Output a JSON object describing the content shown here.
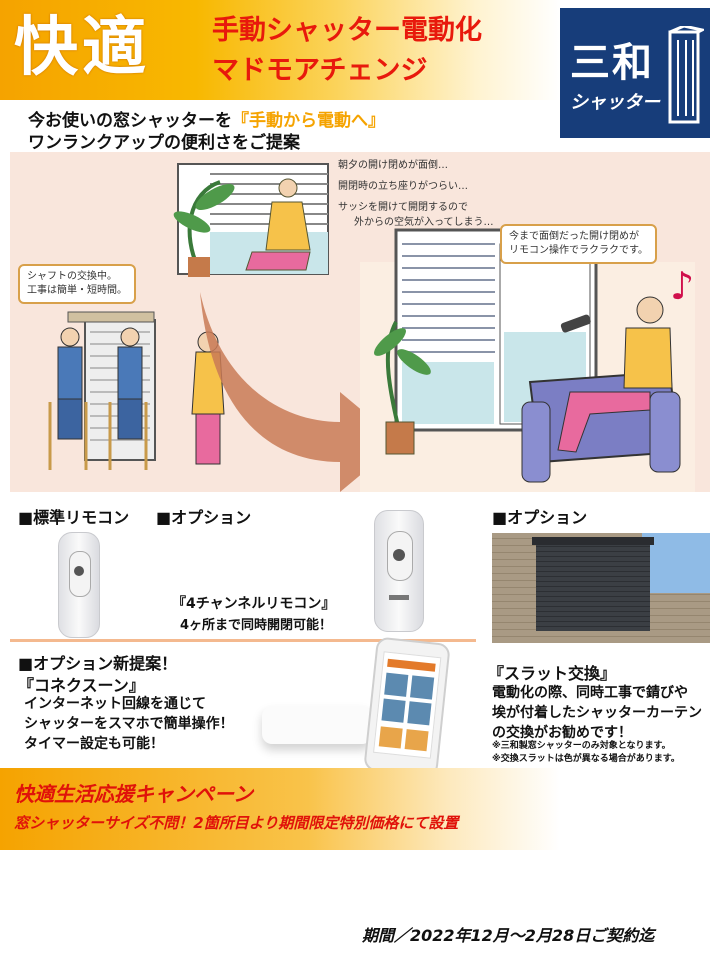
{
  "header": {
    "big_title": "快適",
    "title_line1": "手動シャッター電動化",
    "title_line2": "マドモアチェンジ",
    "logo_line1": "三和",
    "logo_line2": "シャッター"
  },
  "intro": {
    "line1_prefix": "今お使いの窓シャッターを",
    "line1_highlight": "『手動から電動へ』",
    "line2": "ワンランクアップの便利さをご提案"
  },
  "illustration": {
    "bubble_shaft": [
      "シャフトの交換中。",
      "工事は簡単・短時間。"
    ],
    "concerns": [
      "朝夕の開け閉めが面倒…",
      "開閉時の立ち座りがつらい…",
      "サッシを開けて開閉するので",
      "外からの空気が入ってしまう…"
    ],
    "bubble_remote": [
      "今まで面倒だった開け閉めが",
      "リモコン操作でラクラクです。"
    ],
    "music_note": "♪"
  },
  "sections": {
    "standard_remote": "■標準リモコン",
    "option1": "■オプション",
    "option2": "■オプション",
    "four_channel_title": "『4チャンネルリモコン』",
    "four_channel_desc": "4ヶ所まで同時開閉可能！",
    "new_option": "■オプション新提案！",
    "connexoon_title": "『コネクスーン』",
    "connexoon_lines": [
      "インターネット回線を通じて",
      "シャッターをスマホで簡単操作！",
      "タイマー設定も可能！"
    ],
    "slat_title": "『スラット交換』",
    "slat_lines": [
      "電動化の際、同時工事で錆びや",
      "埃が付着したシャッターカーテン",
      "の交換がお勧めです！"
    ],
    "slat_notes": [
      "※三和製窓シャッターのみ対象となります。",
      "※交換スラットは色が異なる場合があります。"
    ]
  },
  "campaign": {
    "title": "快適生活応援キャンペーン",
    "subtitle": "窓シャッターサイズ不問！2箇所目より期間限定特別価格にて設置"
  },
  "period": "期間／2022年12月～2月28日ご契約迄",
  "colors": {
    "accent_orange": "#f5a300",
    "title_red": "#e8190c",
    "logo_navy": "#173d7a",
    "illustration_bg": "#f9e6dc"
  }
}
